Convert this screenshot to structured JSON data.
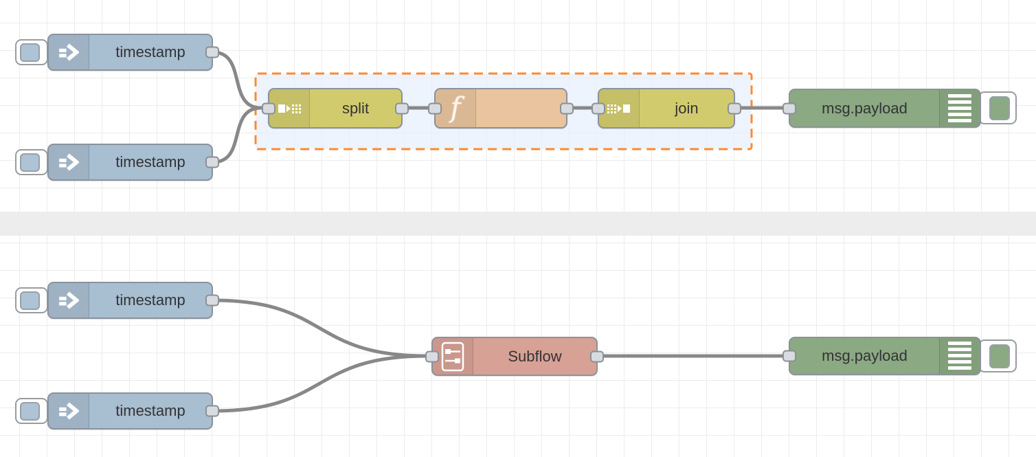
{
  "app": "flow-editor-canvas",
  "selection": {
    "selected_nodes": [
      "split",
      "function",
      "join"
    ],
    "border_color": "#ff8a2e",
    "fill_color": "#e7f0fc"
  },
  "colors": {
    "inject_node": "#a8bed1",
    "split_join_node": "#d2cb6e",
    "function_node": "#e9c49e",
    "debug_node": "#8ba983",
    "subflow_node": "#d7a195",
    "wire": "#888888",
    "node_border": "#8b929b",
    "port_fill": "#d8dce0",
    "divider_band": "#ededed",
    "grid_line": "#ececec",
    "label_text": "#333333"
  },
  "nodes": {
    "inject1": {
      "type": "inject",
      "label": "timestamp"
    },
    "inject2": {
      "type": "inject",
      "label": "timestamp"
    },
    "inject3": {
      "type": "inject",
      "label": "timestamp"
    },
    "inject4": {
      "type": "inject",
      "label": "timestamp"
    },
    "split": {
      "type": "split",
      "label": "split"
    },
    "function": {
      "type": "function",
      "label": "",
      "icon_glyph": "f"
    },
    "join": {
      "type": "join",
      "label": "join"
    },
    "subflow": {
      "type": "subflow",
      "label": "Subflow"
    },
    "debug1": {
      "type": "debug",
      "label": "msg.payload"
    },
    "debug2": {
      "type": "debug",
      "label": "msg.payload"
    }
  }
}
